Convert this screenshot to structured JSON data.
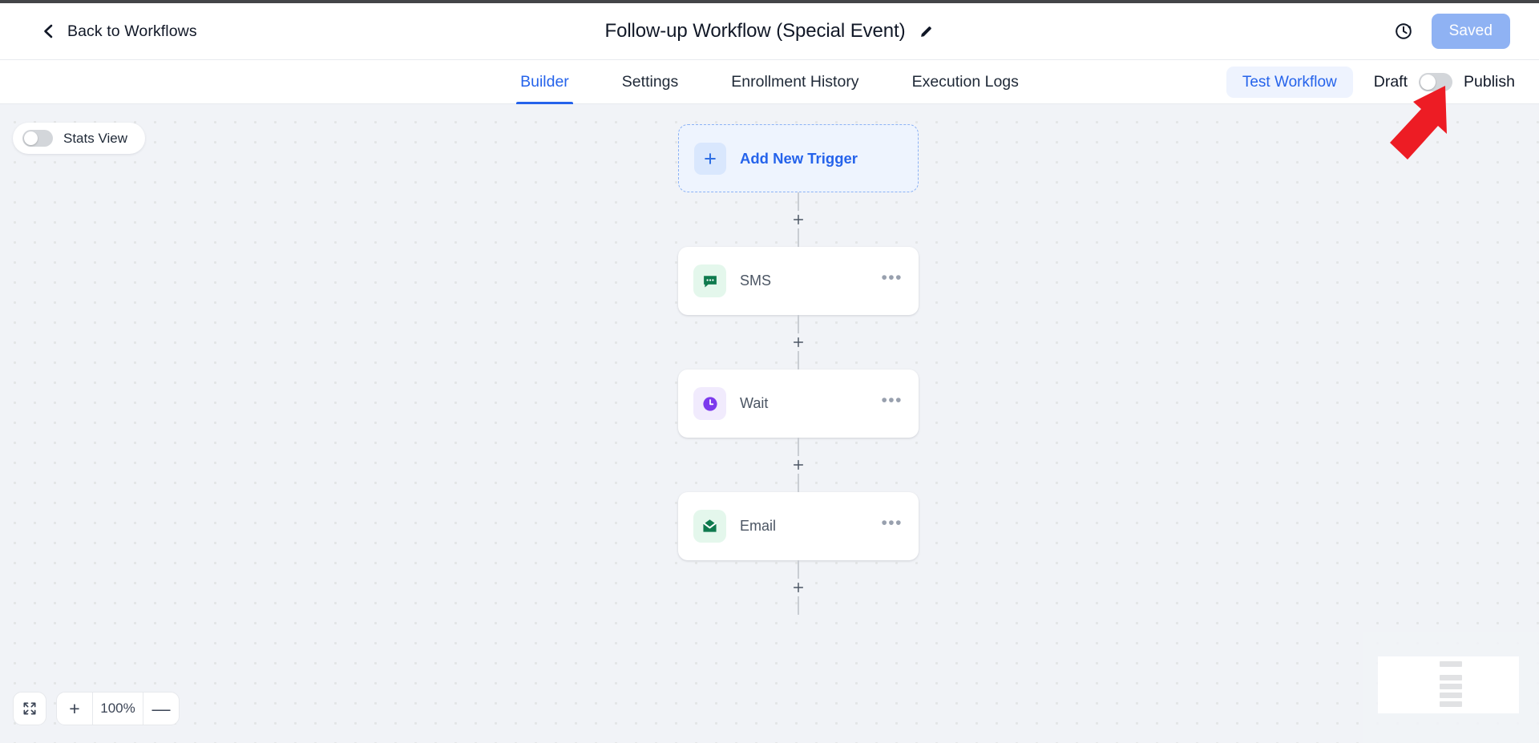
{
  "header": {
    "back_label": "Back to Workflows",
    "back_icon": "chevron-left-icon",
    "title": "Follow-up Workflow (Special Event)",
    "edit_icon": "pencil-icon",
    "history_icon": "clock-history-icon",
    "saved_label": "Saved",
    "saved_color": "#8fb2f3"
  },
  "tabs": [
    {
      "label": "Builder",
      "active": true
    },
    {
      "label": "Settings",
      "active": false
    },
    {
      "label": "Enrollment History",
      "active": false
    },
    {
      "label": "Execution Logs",
      "active": false
    }
  ],
  "tabbar_right": {
    "test_label": "Test Workflow",
    "test_color": "#2563eb",
    "draft_label": "Draft",
    "publish_label": "Publish",
    "publish_toggle_on": false
  },
  "canvas": {
    "stats_view_label": "Stats View",
    "stats_view_on": false,
    "zoom_level": "100%",
    "zoom_in_label": "+",
    "zoom_out_label": "—",
    "fit_icon": "fit-screen-icon",
    "minimap_nodes": 5
  },
  "flow": {
    "trigger": {
      "label": "Add New Trigger",
      "icon": "plus-icon",
      "accent": "#2563eb"
    },
    "nodes": [
      {
        "label": "SMS",
        "icon": "sms-chat-icon",
        "icon_color": "#0f7a4e",
        "icon_bg": "#e4f7ec",
        "menu_icon": "ellipsis-icon"
      },
      {
        "label": "Wait",
        "icon": "clock-icon",
        "icon_color": "#7c3aed",
        "icon_bg": "#f1ebfd",
        "menu_icon": "ellipsis-icon"
      },
      {
        "label": "Email",
        "icon": "envelope-icon",
        "icon_color": "#0f7a4e",
        "icon_bg": "#e4f7ec",
        "menu_icon": "ellipsis-icon"
      }
    ],
    "connector_plus_icon": "plus-icon"
  },
  "annotation": {
    "arrow_color": "#ed1c24",
    "points_at": "publish-toggle"
  }
}
